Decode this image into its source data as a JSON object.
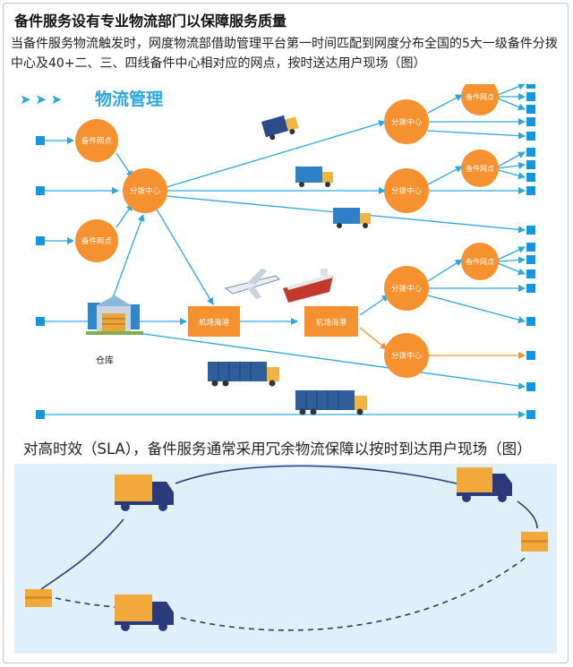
{
  "header": {
    "title": "备件服务设有专业物流部门以保障服务质量",
    "intro": "当备件服务物流触发时，网度物流部借助管理平台第一时间匹配到网度分布全国的5大一级备件分拨中心及40+二、三、四线备件中心相对应的网点，按时送达用户现场（图）"
  },
  "logistics": {
    "heading": "物流管理",
    "heading_arrows": "➤ ➤ ➤",
    "node_spare_point": "备件网点",
    "node_hub": "分拨中心",
    "node_airport_port": "机场海港",
    "warehouse": "仓库"
  },
  "sla": {
    "title": "对高时效（SLA），备件服务通常采用冗余物流保障以按时到达用户现场（图）"
  },
  "colors": {
    "orange": "#f5922f",
    "blue_square": "#1597dd",
    "line_blue": "#2aa6e0",
    "line_orange": "#f5922f",
    "sla_bg": "#dff0fa",
    "truck_navy": "#2a3a7a",
    "box_tan": "#f2a93b"
  }
}
